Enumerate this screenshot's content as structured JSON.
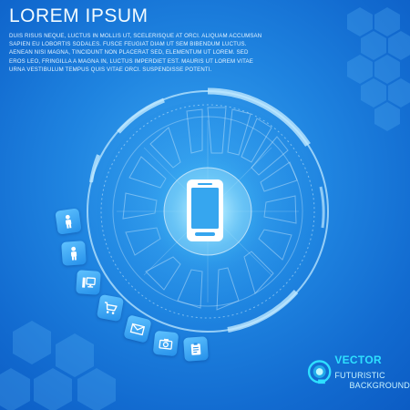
{
  "header": {
    "title": "LOREM IPSUM",
    "body": "Duis risus neque, luctus in mollis ut, scelerisque at orci. Aliquam accumsan sapien eu lobortis sodales. Fusce feugiat diam ut sem bibendum luctus. Aenean nisi magna, tincidunt non placerat sed, elementum ut lorem. Sed eros leo, fringilla a magna in, luctus imperdiet est. Mauris ut lorem vitae urna vestibulum tempus quis vitae orci. Suspendisse potenti."
  },
  "colors": {
    "background": "#1f84e0",
    "accent": "#2ee0ff",
    "ring": "#bfe8ff"
  },
  "center_icon": "smartphone-icon",
  "icons": [
    "user-icon",
    "user-icon",
    "computer-icon",
    "cart-icon",
    "mail-icon",
    "camera-icon",
    "clipboard-icon"
  ],
  "logo": {
    "brand": "VECTOR",
    "line1": "FUTURISTIC",
    "line2": "BACKGROUND"
  }
}
